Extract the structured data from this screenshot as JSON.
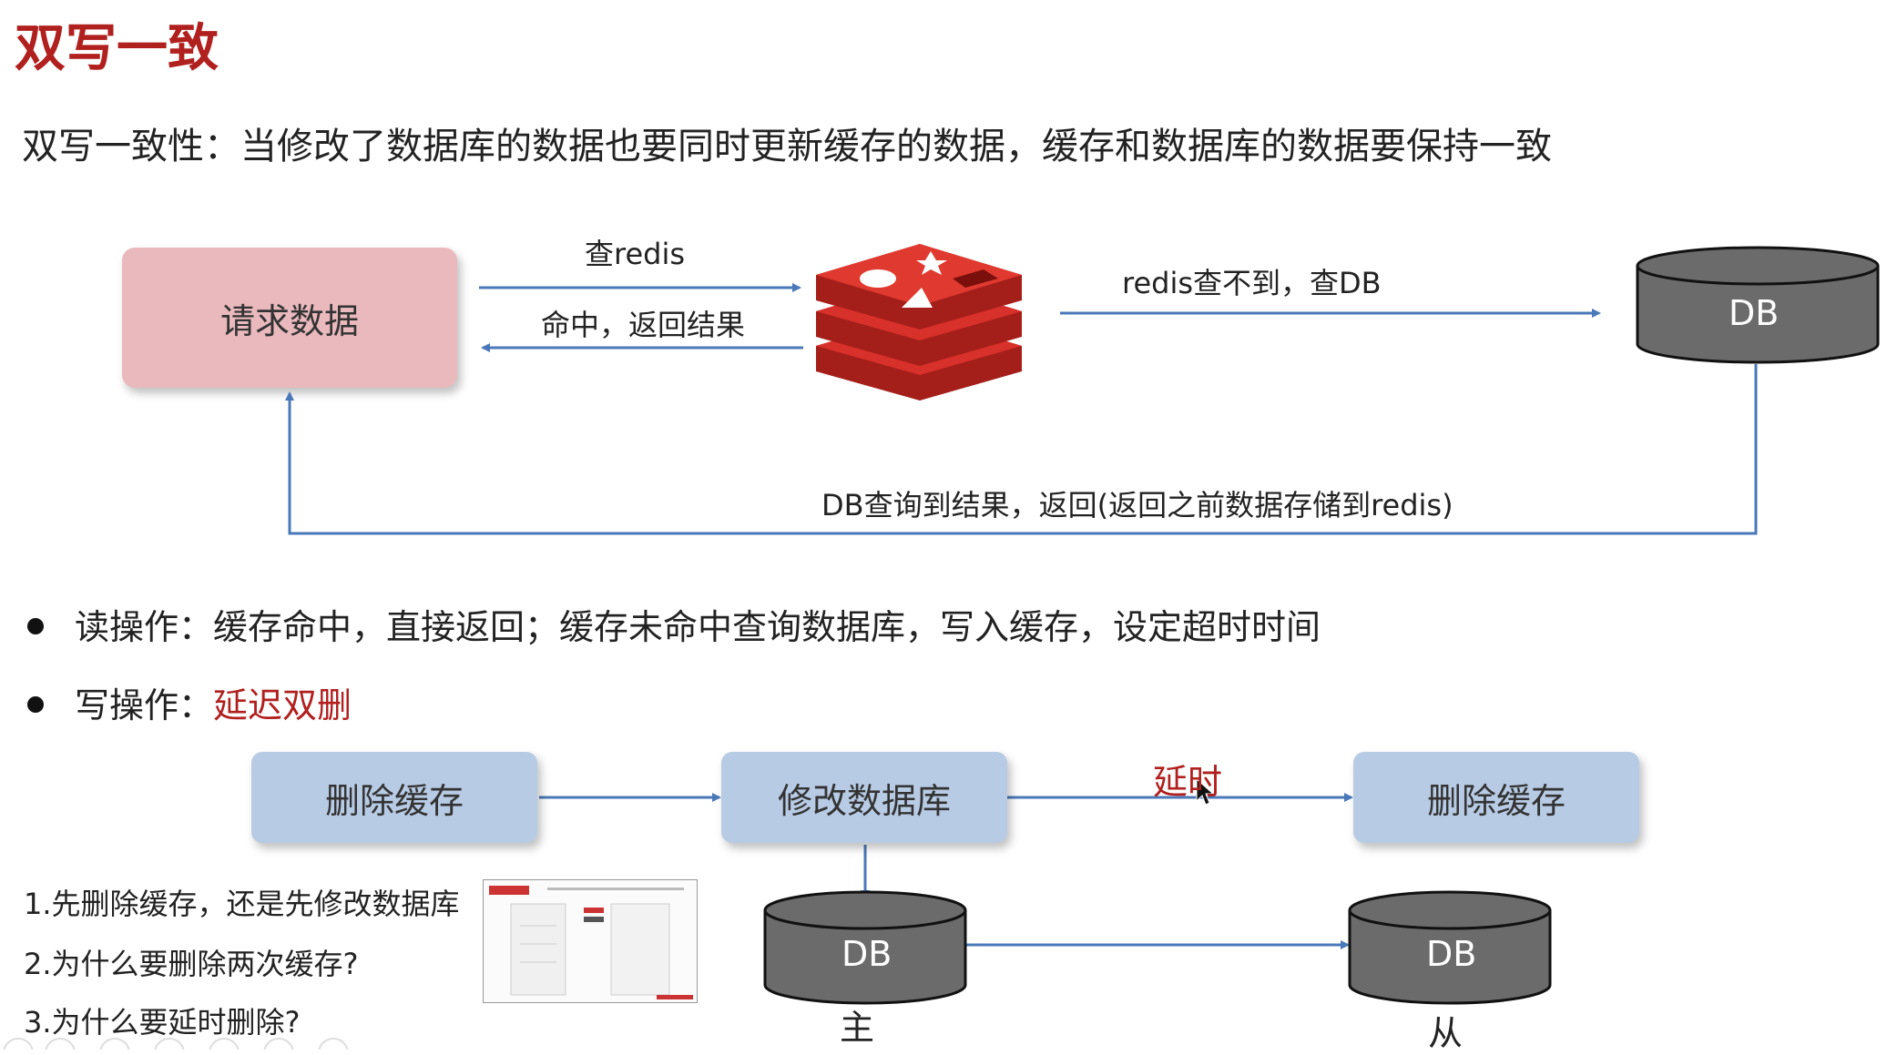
{
  "title": "双写一致",
  "subtitle": "双写一致性：当修改了数据库的数据也要同时更新缓存的数据，缓存和数据库的数据要保持一致",
  "flow_top": {
    "request_box": "请求数据",
    "arrow_query_redis": "查redis",
    "arrow_hit_return": "命中，返回结果",
    "arrow_miss_db": "redis查不到，查DB",
    "db_label": "DB",
    "arrow_db_return": "DB查询到结果，返回(返回之前数据存储到redis)",
    "redis_icon": "redis-logo-icon"
  },
  "bullets": {
    "read_op": "读操作：缓存命中，直接返回；缓存未命中查询数据库，写入缓存，设定超时时间",
    "write_op_prefix": "写操作：",
    "write_op_highlight": "延迟双删"
  },
  "flow_bottom": {
    "step1": "删除缓存",
    "step2": "修改数据库",
    "delay_label": "延时",
    "step3": "删除缓存",
    "db_master": "DB",
    "db_slave": "DB",
    "master_label": "主",
    "slave_label": "从"
  },
  "questions": [
    "1.先删除缓存，还是先修改数据库",
    "2.为什么要删除两次缓存?",
    "3.为什么要延时删除?"
  ],
  "colors": {
    "title_red": "#b0201e",
    "arrow_blue": "#4a78b8",
    "pink_box": "#e9b9bd",
    "blue_box": "#b8cbe4",
    "db_gray": "#6b6b6b",
    "redis_red": "#d8302a"
  }
}
